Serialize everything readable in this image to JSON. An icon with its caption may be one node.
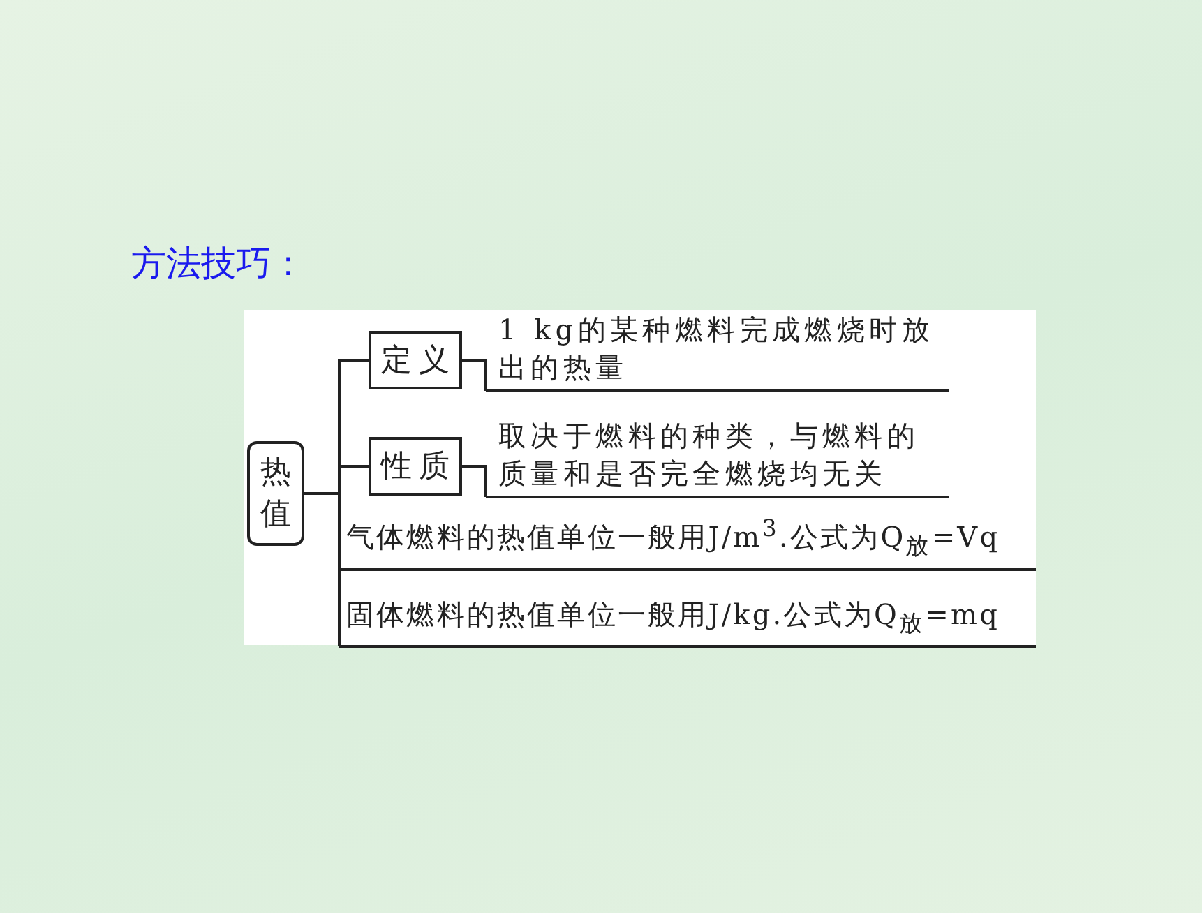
{
  "diagram": {
    "title": "方法技巧：",
    "nodes": [
      {
        "text": [
          "热值"
        ]
      },
      {
        "text": [
          "定义"
        ]
      },
      {
        "text": [
          "1 kg的某种燃料完成燃烧时放出的热量"
        ]
      },
      {
        "text": [
          "性质"
        ]
      },
      {
        "text": [
          "取决于燃料的种类，与燃料的质量和是否完全燃烧均无关"
        ]
      },
      {
        "text": [
          "气体燃料的热值单位一般用J/m$^{3}$.公式为Q$_{放}$=Vq"
        ]
      },
      {
        "text": [
          "固体燃料的热值单位一般用J/kg.公式为Q$_{放}$=mq"
        ]
      }
    ],
    "edges": [
      {
        "from": 0,
        "to": 1,
        "arrow": "none"
      },
      {
        "from": 0,
        "to": 3,
        "arrow": "none"
      },
      {
        "from": 0,
        "to": 5,
        "arrow": "none"
      },
      {
        "from": 0,
        "to": 6,
        "arrow": "none"
      },
      {
        "from": 1,
        "to": 2,
        "arrow": "none"
      },
      {
        "from": 3,
        "to": 4,
        "arrow": "none"
      }
    ]
  }
}
